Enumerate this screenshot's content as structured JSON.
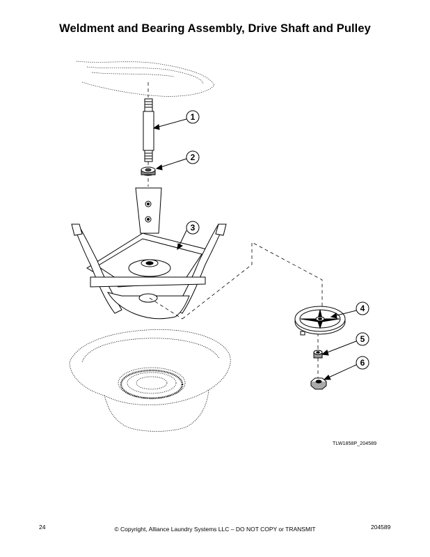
{
  "page": {
    "title": "Weldment and Bearing Assembly, Drive Shaft and Pulley",
    "figure_id": "TLW1858P_204589",
    "footer": {
      "page_number": "24",
      "copyright": "© Copyright, Alliance Laundry Systems LLC – DO NOT COPY or TRANSMIT",
      "document_number": "204589"
    }
  },
  "callouts": [
    {
      "number": "1",
      "part": "drive shaft"
    },
    {
      "number": "2",
      "part": "bearing"
    },
    {
      "number": "3",
      "part": "weldment"
    },
    {
      "number": "4",
      "part": "pulley"
    },
    {
      "number": "5",
      "part": "nut"
    },
    {
      "number": "6",
      "part": "hex nut"
    }
  ],
  "colors": {
    "line": "#000000",
    "shade": "#bdbdbd",
    "paper": "#ffffff"
  }
}
